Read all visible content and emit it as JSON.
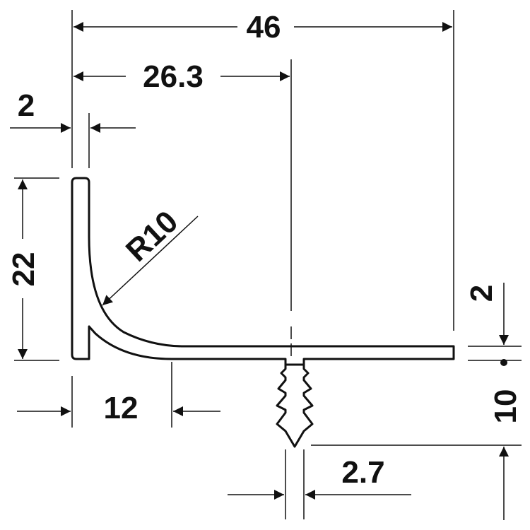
{
  "dimensions": {
    "overall_width": "46",
    "center_offset": "26.3",
    "wall_thickness": "2",
    "height": "22",
    "radius": "R10",
    "foot_length": "12",
    "flange_thickness": "2",
    "pin_length": "10",
    "pin_width": "2.7"
  },
  "colors": {
    "line": "#111111",
    "background": "#ffffff"
  }
}
